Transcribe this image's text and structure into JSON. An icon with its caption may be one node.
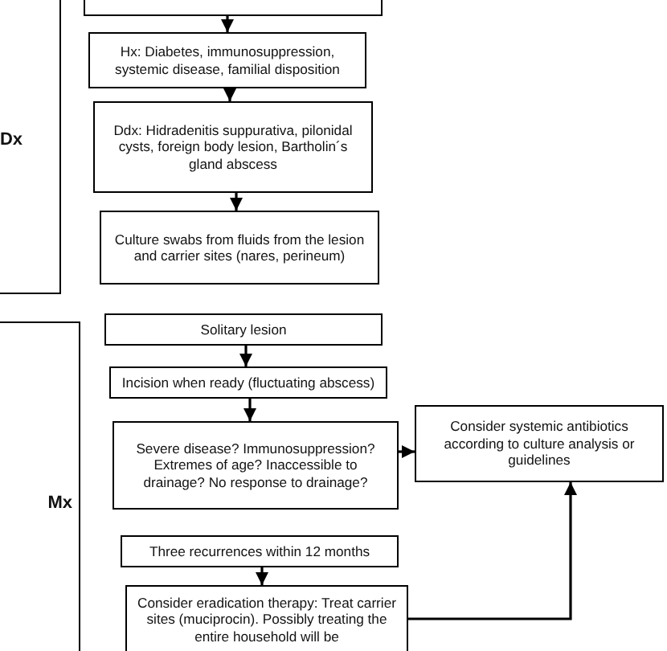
{
  "diagram": {
    "nodes": [
      {
        "text": [],
        "shape": "box"
      },
      {
        "text": [
          "Dx"
        ]
      },
      {
        "text": [
          "Hx: Diabetes, immunosuppression, systemic disease, familial disposition"
        ]
      },
      {
        "text": [
          "Ddx: Hidradenitis suppurativa, pilonidal cysts, foreign body lesion, Bartholin´s gland abscess"
        ]
      },
      {
        "text": [
          "Culture swabs from fluids from the lesion and carrier sites (nares, perineum)"
        ]
      },
      {
        "text": [
          "Mx"
        ]
      },
      {
        "text": [
          "Solitary lesion"
        ]
      },
      {
        "text": [
          "Incision when ready (fluctuating abscess)"
        ]
      },
      {
        "text": [
          "Severe disease? Immunosuppression? Extremes of age? Inaccessible to drainage? No response to drainage?"
        ]
      },
      {
        "text": [
          "Consider systemic antibiotics according to culture analysis or guidelines"
        ]
      },
      {
        "text": [
          "Three recurrences within 12 months"
        ]
      },
      {
        "text": [
          "Consider eradication therapy: Treat carrier sites (muciprocin). Possibly treating the entire household will be"
        ]
      }
    ],
    "edges": [
      {
        "from": 0,
        "to": 2,
        "arrow": "to"
      },
      {
        "from": 2,
        "to": 3,
        "arrow": "to"
      },
      {
        "from": 3,
        "to": 4,
        "arrow": "to"
      },
      {
        "from": 6,
        "to": 7,
        "arrow": "to"
      },
      {
        "from": 7,
        "to": 8,
        "arrow": "to"
      },
      {
        "from": 8,
        "to": 9,
        "arrow": "to"
      },
      {
        "from": 10,
        "to": 11,
        "arrow": "to"
      },
      {
        "from": 11,
        "to": 9,
        "arrow": "to"
      }
    ]
  }
}
